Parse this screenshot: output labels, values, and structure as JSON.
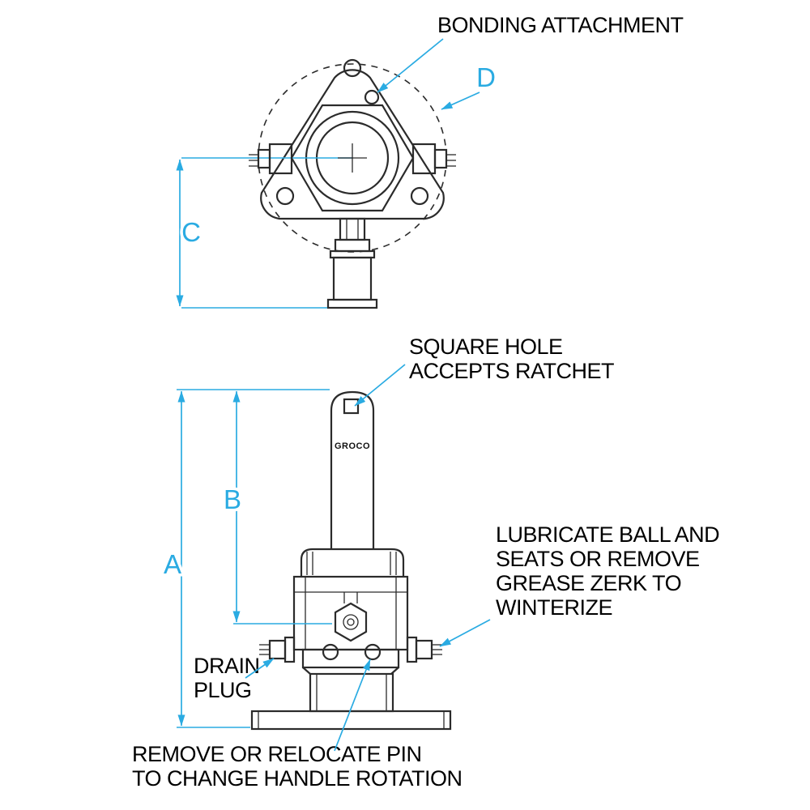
{
  "diagram": {
    "colors": {
      "dimension_blue": "#2aabe2",
      "line_black": "#2b2b2b",
      "background": "#ffffff"
    },
    "labels": {
      "bonding": "BONDING ATTACHMENT",
      "square_hole_1": "SQUARE HOLE",
      "square_hole_2": "ACCEPTS RATCHET",
      "lubricate_1": "LUBRICATE BALL AND",
      "lubricate_2": "SEATS OR REMOVE",
      "lubricate_3": "GREASE ZERK TO",
      "lubricate_4": "WINTERIZE",
      "drain_1": "DRAIN",
      "drain_2": "PLUG",
      "pin_1": "REMOVE OR RELOCATE PIN",
      "pin_2": "TO CHANGE HANDLE ROTATION",
      "brand": "GROCO"
    },
    "dimensions": {
      "a": "A",
      "b": "B",
      "c": "C",
      "d": "D"
    }
  }
}
